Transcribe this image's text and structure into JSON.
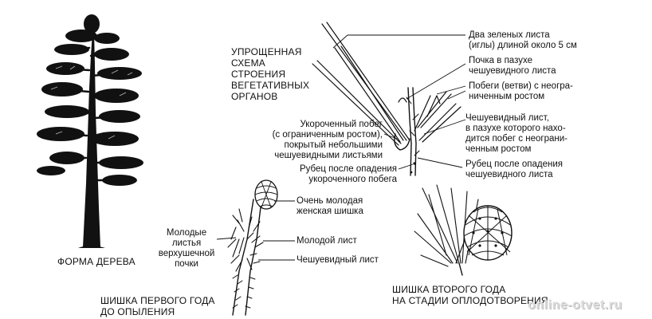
{
  "labels": {
    "tree_form": "ФОРМА ДЕРЕВА",
    "scheme_title": [
      "УПРОЩЕННАЯ",
      "СХЕМА",
      "СТРОЕНИЯ",
      "ВЕГЕТАТИВНЫХ",
      "ОРГАНОВ"
    ],
    "two_needles": [
      "Два зеленых листа",
      "(иглы) длиной около 5 см"
    ],
    "axillary_bud": [
      "Почка в пазухе",
      "чешуевидного листа"
    ],
    "long_shoots": [
      "Побеги (ветви) с неогра-",
      "ниченным ростом"
    ],
    "short_shoot": [
      "Укороченный побег",
      "(с ограниченным ростом),",
      "покрытый небольшими",
      "чешуевидными листьями"
    ],
    "scale_leaf_axil": [
      "Чешуевидный лист,",
      "в пазухе которого нахо-",
      "дится побег с неограни-",
      "ченным ростом"
    ],
    "scar_short_shoot": [
      "Рубец после опадения",
      "укороченного побега"
    ],
    "scar_scale_leaf": [
      "Рубец после опадения",
      "чешуевидного листа"
    ],
    "young_female_cone": [
      "Очень молодая",
      "женская шишка"
    ],
    "young_leaves_bud": [
      "Молодые",
      "листья",
      "верхушечной",
      "почки"
    ],
    "young_leaf": "Молодой лист",
    "scale_leaf": "Чешуевидный лист",
    "cone_first_year": [
      "ШИШКА ПЕРВОГО ГОДА",
      "ДО ОПЫЛЕНИЯ"
    ],
    "cone_second_year": [
      "ШИШКА ВТОРОГО ГОДА",
      "НА СТАДИИ ОПЛОДОТВОРЕНИЯ"
    ]
  },
  "watermark": "online-otvet.ru",
  "colors": {
    "ink": "#111111",
    "background": "#ffffff",
    "watermark": "#dcdcdc"
  }
}
